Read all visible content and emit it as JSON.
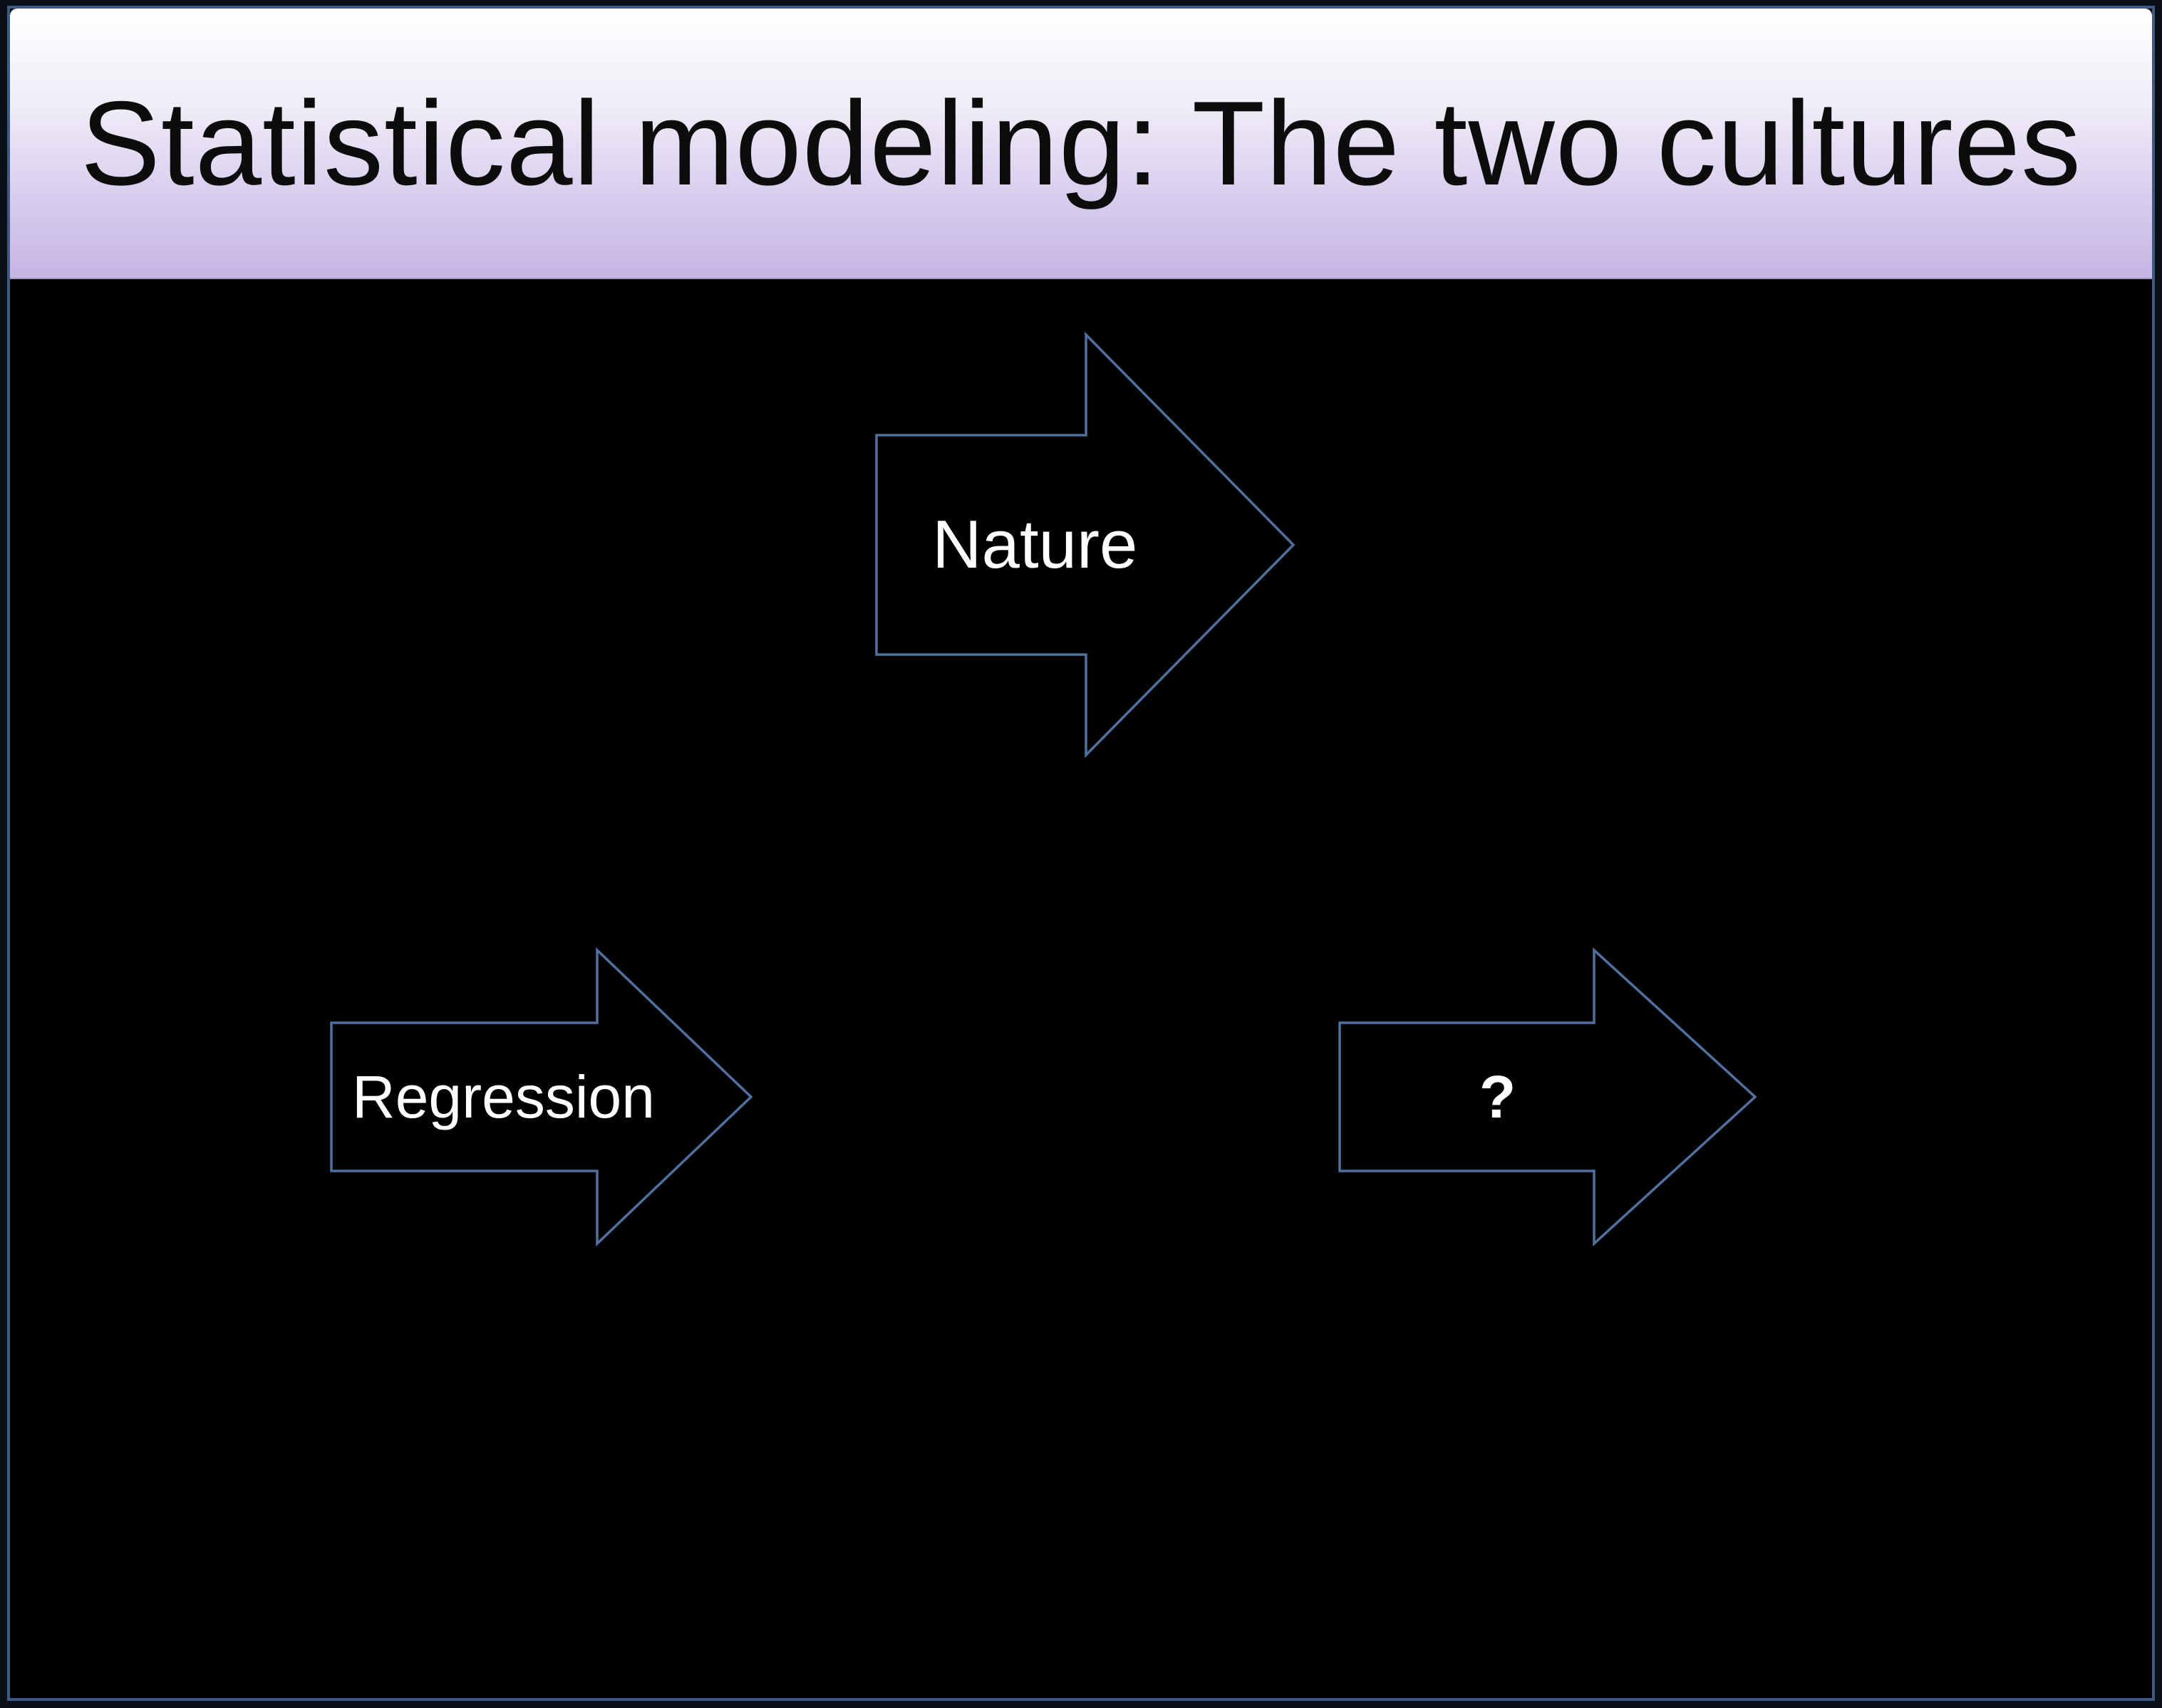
{
  "slide": {
    "title": "Statistical modeling: The two cultures",
    "arrows": [
      {
        "label": "Nature"
      },
      {
        "label": "Regression"
      },
      {
        "label": "?"
      }
    ],
    "colors": {
      "slide_background": "#000000",
      "frame_border": "#3c5a82",
      "header_gradient_top": "#ffffff",
      "header_gradient_bottom": "#c6b5e4",
      "arrow_outline": "#50709f",
      "arrow_fill": "#000000",
      "arrow_label_text": "#ffffff",
      "title_text": "#0c0c0c"
    }
  }
}
